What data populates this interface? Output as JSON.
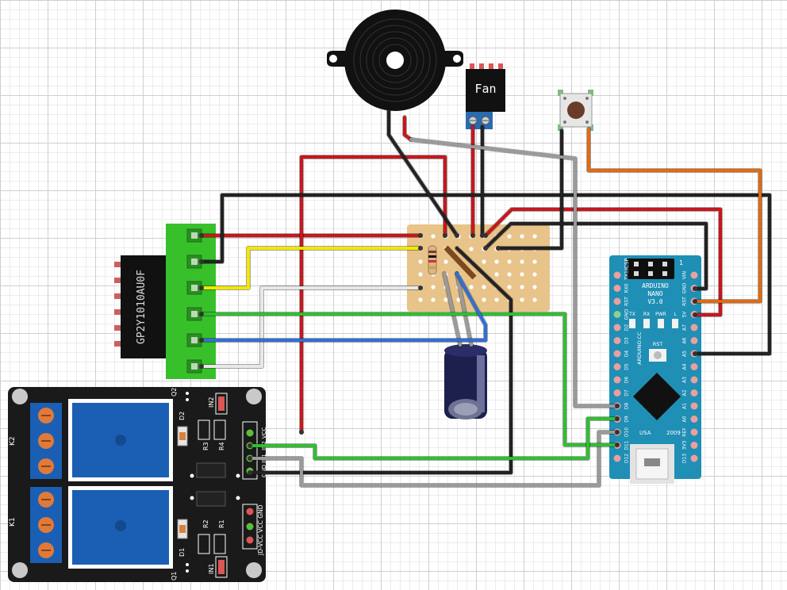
{
  "colors": {
    "wire_red": "#c8161d",
    "wire_black": "#222222",
    "wire_yellow": "#f2e800",
    "wire_white": "#e8e8e8",
    "wire_gray": "#9a9a9a",
    "wire_green": "#2fbf2f",
    "wire_blue": "#2f6fd6",
    "wire_orange": "#e06b12",
    "arduino_blue": "#1f8fb5",
    "relay_board": "#1a1a1a",
    "relay_blue": "#1a5fb4",
    "terminal_green": "#38c02b",
    "stripboard": "#e8c48a"
  },
  "fan": {
    "label": "Fan"
  },
  "dust_sensor": {
    "label": "GP2Y1010AU0F"
  },
  "arduino": {
    "name_line1": "ARDUINO",
    "name_line2": "NANO",
    "name_line3": "V3.0",
    "icsp": "ICSP",
    "icsp_pin1": "1",
    "side_text": "ARDUINO.CC",
    "led_tx": "TX",
    "led_rx": "RX",
    "led_pwr": "PWR",
    "led_l": "L",
    "rst": "RST",
    "usb": "USA",
    "year": "2009",
    "pins_left": [
      "TX1",
      "RX0",
      "RST",
      "GND",
      "D2",
      "D3",
      "D4",
      "D5",
      "D6",
      "D7",
      "D8",
      "D9",
      "D10",
      "D11",
      "D12"
    ],
    "pins_right": [
      "VIN",
      "GND",
      "RST",
      "5V",
      "A7",
      "A6",
      "A5",
      "A4",
      "A3",
      "A2",
      "A1",
      "A0",
      "REF",
      "3V3",
      "D13"
    ]
  },
  "relay": {
    "k1": "K1",
    "k2": "K2",
    "q1": "Q1",
    "q2": "Q2",
    "d1": "D1",
    "d2": "D2",
    "r1": "R1",
    "r2": "R2",
    "r3": "R3",
    "r4": "R4",
    "in1": "IN1",
    "in2": "IN2",
    "header_labels": [
      "VCC",
      "IN2",
      "IN1",
      "GND"
    ],
    "jd_label": "JD-VCC VCC GND"
  }
}
